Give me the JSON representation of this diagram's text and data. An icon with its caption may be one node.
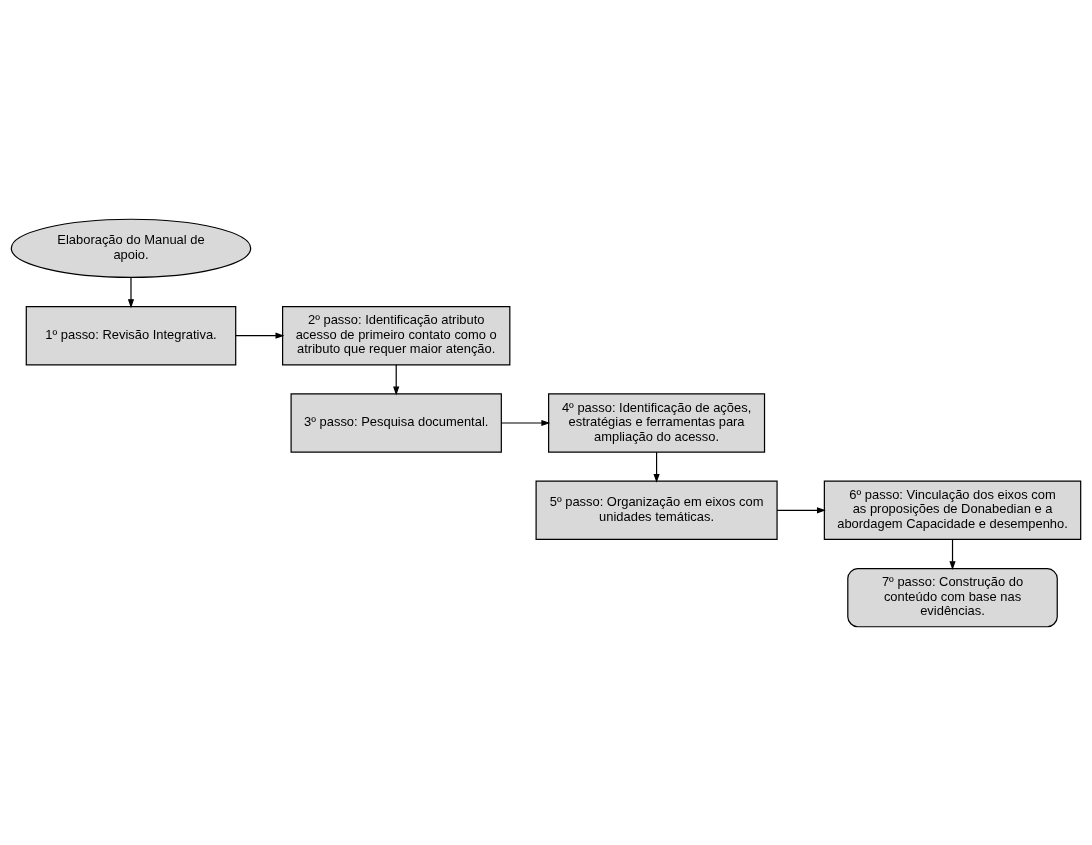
{
  "diagram": {
    "nodes": [
      {
        "text": [
          "Elaboração do Manual de apoio."
        ]
      },
      {
        "text": [
          "1º passo: Revisão Integrativa."
        ]
      },
      {
        "text": [
          "2º passo: Identificação atributo acesso de primeiro contato como o atributo que requer maior atenção."
        ]
      },
      {
        "text": [
          "3º passo: Pesquisa documental."
        ]
      },
      {
        "text": [
          "4º passo: Identificação de ações, estratégias e ferramentas para ampliação do acesso."
        ]
      },
      {
        "text": [
          "5º passo: Organização em eixos com unidades temáticas."
        ]
      },
      {
        "text": [
          "6º passo: Vinculação dos eixos com as proposições de Donabedian e a abordagem Capacidade e desempenho."
        ]
      },
      {
        "text": [
          "7º passo: Construção do conteúdo com base nas evidências."
        ]
      }
    ],
    "edges": [
      {
        "from": 0,
        "to": 1,
        "arrow": "to"
      },
      {
        "from": 1,
        "to": 2,
        "arrow": "to"
      },
      {
        "from": 2,
        "to": 3,
        "arrow": "to"
      },
      {
        "from": 3,
        "to": 4,
        "arrow": "to"
      },
      {
        "from": 4,
        "to": 5,
        "arrow": "to"
      },
      {
        "from": 5,
        "to": 6,
        "arrow": "to"
      },
      {
        "from": 6,
        "to": 7,
        "arrow": "to"
      }
    ]
  }
}
